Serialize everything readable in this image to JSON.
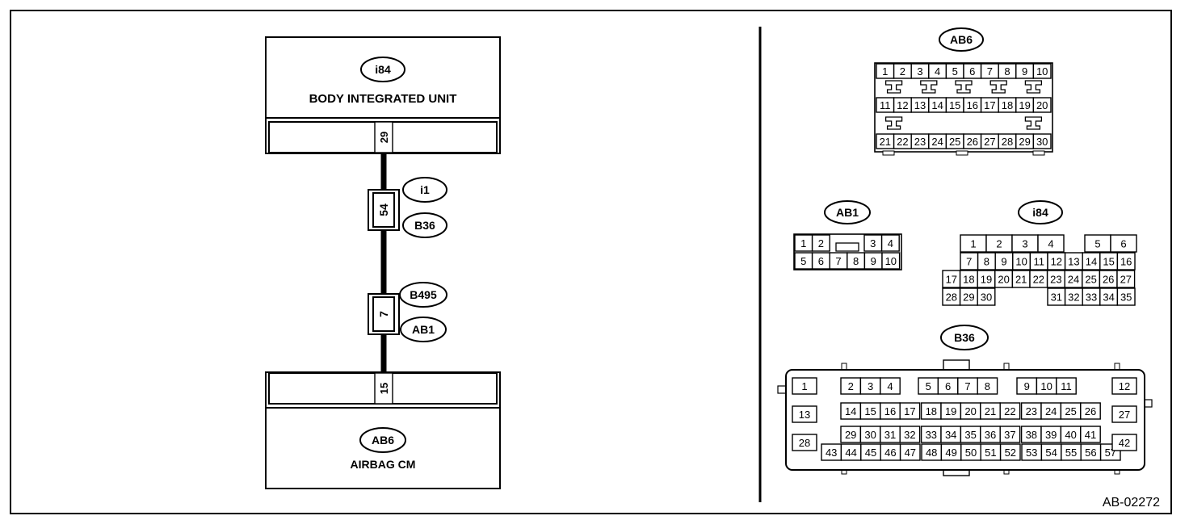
{
  "drawing_code": "AB-02272",
  "top_unit": {
    "id": "i84",
    "name": "BODY INTEGRATED UNIT",
    "terminal": "29"
  },
  "bottom_unit": {
    "id": "AB6",
    "name": "AIRBAG CM",
    "terminal": "15"
  },
  "upper_splice": {
    "pin": "54",
    "top_label": "i1",
    "bottom_label": "B36"
  },
  "lower_splice": {
    "pin": "7",
    "top_label": "B495",
    "bottom_label": "AB1"
  },
  "connectors": {
    "ab6": {
      "label": "AB6",
      "row1": [
        "1",
        "2",
        "3",
        "4",
        "5",
        "6",
        "7",
        "8",
        "9",
        "10"
      ],
      "row2": [
        "11",
        "12",
        "13",
        "14",
        "15",
        "16",
        "17",
        "18",
        "19",
        "20"
      ],
      "row3": [
        "21",
        "22",
        "23",
        "24",
        "25",
        "26",
        "27",
        "28",
        "29",
        "30"
      ]
    },
    "ab1": {
      "label": "AB1",
      "row1": [
        "1",
        "2",
        "3",
        "4"
      ],
      "row2": [
        "5",
        "6",
        "7",
        "8",
        "9",
        "10"
      ]
    },
    "i84": {
      "label": "i84",
      "row1": [
        "1",
        "2",
        "3",
        "4",
        "5",
        "6"
      ],
      "row2": [
        "7",
        "8",
        "9",
        "10",
        "11",
        "12",
        "13",
        "14",
        "15",
        "16"
      ],
      "row3": [
        "17",
        "18",
        "19",
        "20",
        "21",
        "22",
        "23",
        "24",
        "25",
        "26",
        "27"
      ],
      "row4": [
        "28",
        "29",
        "30",
        "31",
        "32",
        "33",
        "34",
        "35"
      ]
    },
    "b36": {
      "label": "B36",
      "row1": [
        "1",
        "2",
        "3",
        "4",
        "5",
        "6",
        "7",
        "8",
        "9",
        "10",
        "11",
        "12"
      ],
      "row2": [
        "13",
        "14",
        "15",
        "16",
        "17",
        "18",
        "19",
        "20",
        "21",
        "22",
        "23",
        "24",
        "25",
        "26",
        "27"
      ],
      "row3": [
        "29",
        "30",
        "31",
        "32",
        "33",
        "34",
        "35",
        "36",
        "37",
        "38",
        "39",
        "40",
        "41"
      ],
      "row4": [
        "28",
        "43",
        "44",
        "45",
        "46",
        "47",
        "48",
        "49",
        "50",
        "51",
        "52",
        "53",
        "54",
        "55",
        "56",
        "57",
        "42"
      ]
    }
  }
}
